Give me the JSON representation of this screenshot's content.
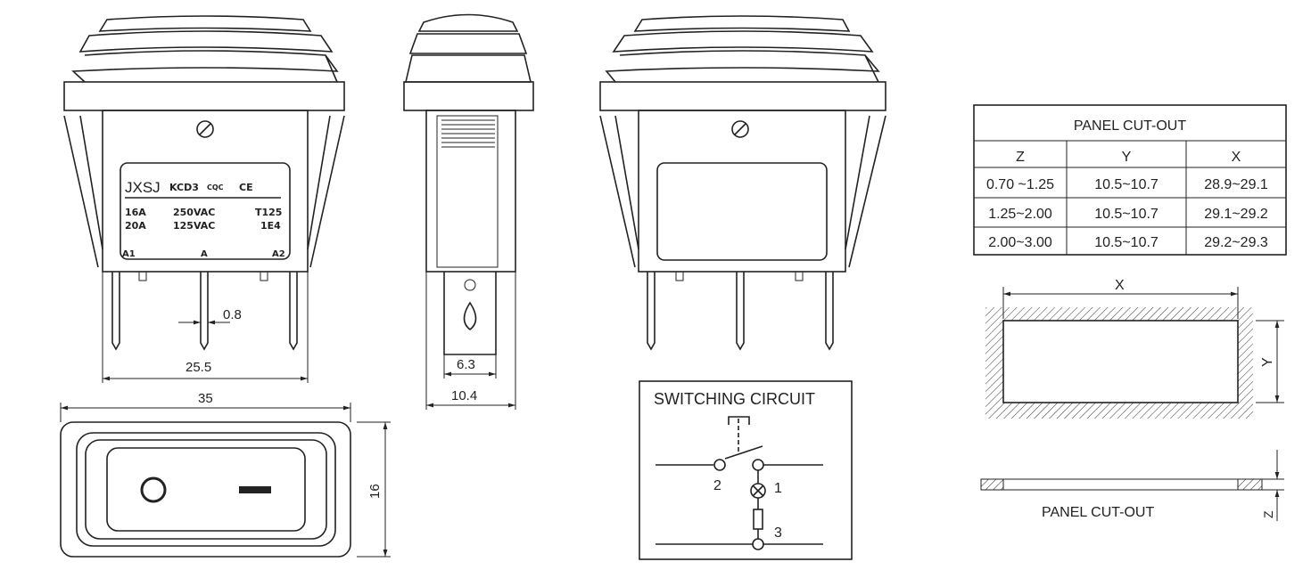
{
  "front_view": {
    "label": {
      "brand": "JXSJ",
      "model": "KCD3",
      "cert1": "CQC",
      "cert2": "CE",
      "row1": [
        "16A",
        "250VAC",
        "T125"
      ],
      "row2": [
        "20A",
        "125VAC",
        "1E4"
      ],
      "terminals": [
        "A1",
        "A",
        "A2"
      ]
    },
    "dim_pin": "0.8",
    "dim_width": "25.5"
  },
  "bottom_view": {
    "dim_length": "35",
    "dim_height": "16"
  },
  "side_view": {
    "dim_tab": "6.3",
    "dim_depth": "10.4"
  },
  "circuit": {
    "title": "SWITCHING CIRCUIT",
    "terminals": [
      "2",
      "1",
      "3"
    ]
  },
  "table": {
    "title": "PANEL CUT-OUT",
    "headers": [
      "Z",
      "Y",
      "X"
    ],
    "rows": [
      [
        "0.70 ~1.25",
        "10.5~10.7",
        "28.9~29.1"
      ],
      [
        "1.25~2.00",
        "10.5~10.7",
        "29.1~29.2"
      ],
      [
        "2.00~3.00",
        "10.5~10.7",
        "29.2~29.3"
      ]
    ]
  },
  "cutout": {
    "x_label": "X",
    "y_label": "Y",
    "z_label": "Z",
    "caption": "PANEL CUT-OUT"
  }
}
